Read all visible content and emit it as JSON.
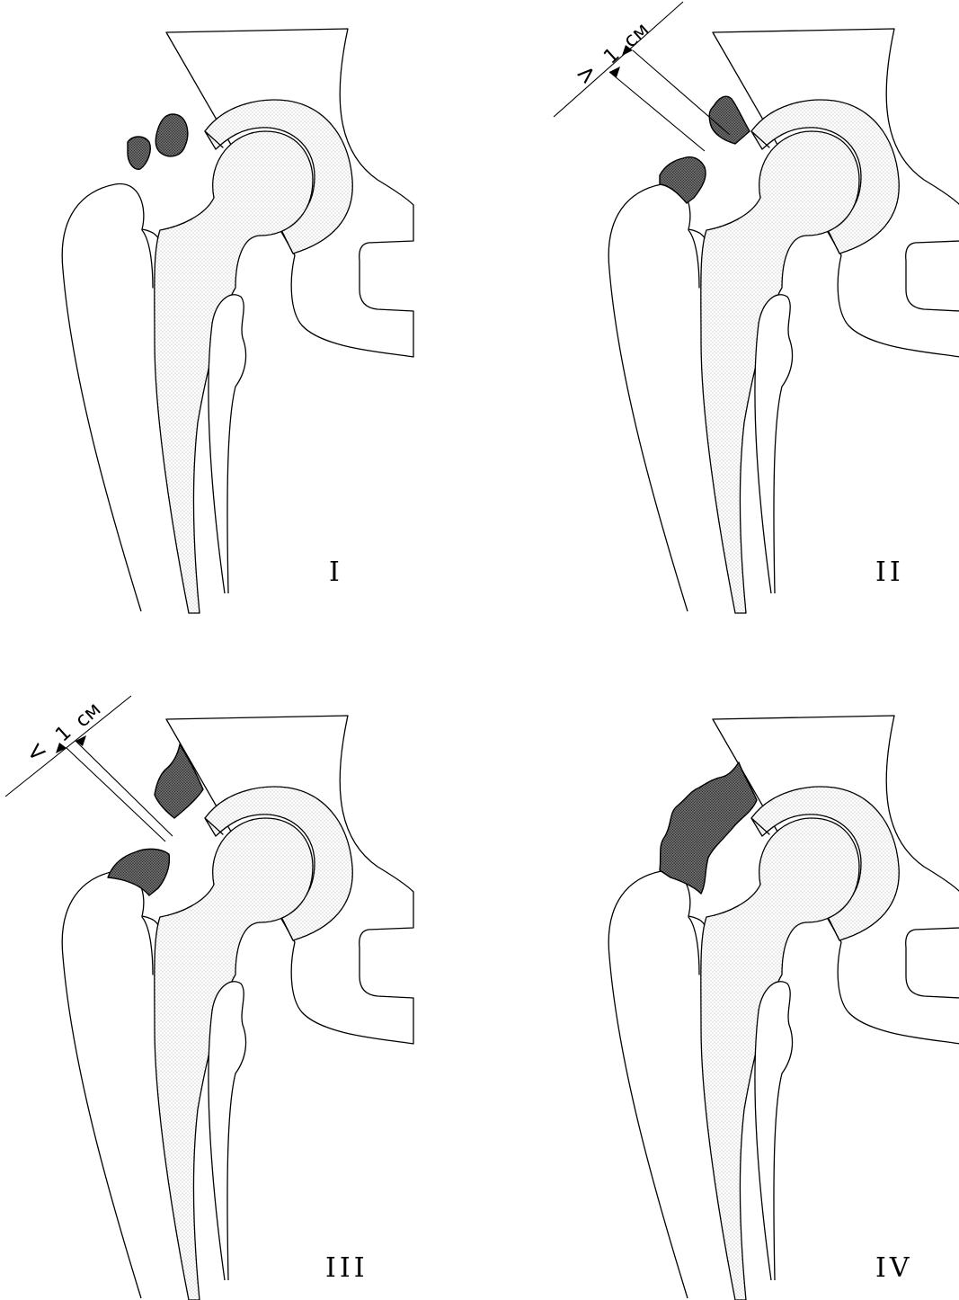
{
  "panels": [
    {
      "id": "I",
      "label": "I",
      "measurement": null
    },
    {
      "id": "II",
      "label": "II",
      "measurement": {
        "symbol": ">",
        "value": "1",
        "unit": "см"
      }
    },
    {
      "id": "III",
      "label": "III",
      "measurement": {
        "symbol": "<",
        "value": "1",
        "unit": "см"
      }
    },
    {
      "id": "IV",
      "label": "IV",
      "measurement": null
    }
  ],
  "colors": {
    "stroke": "#000000",
    "background": "#ffffff",
    "stipple_light": "#9a9a9a",
    "stipple_dark": "#3a3a3a"
  }
}
